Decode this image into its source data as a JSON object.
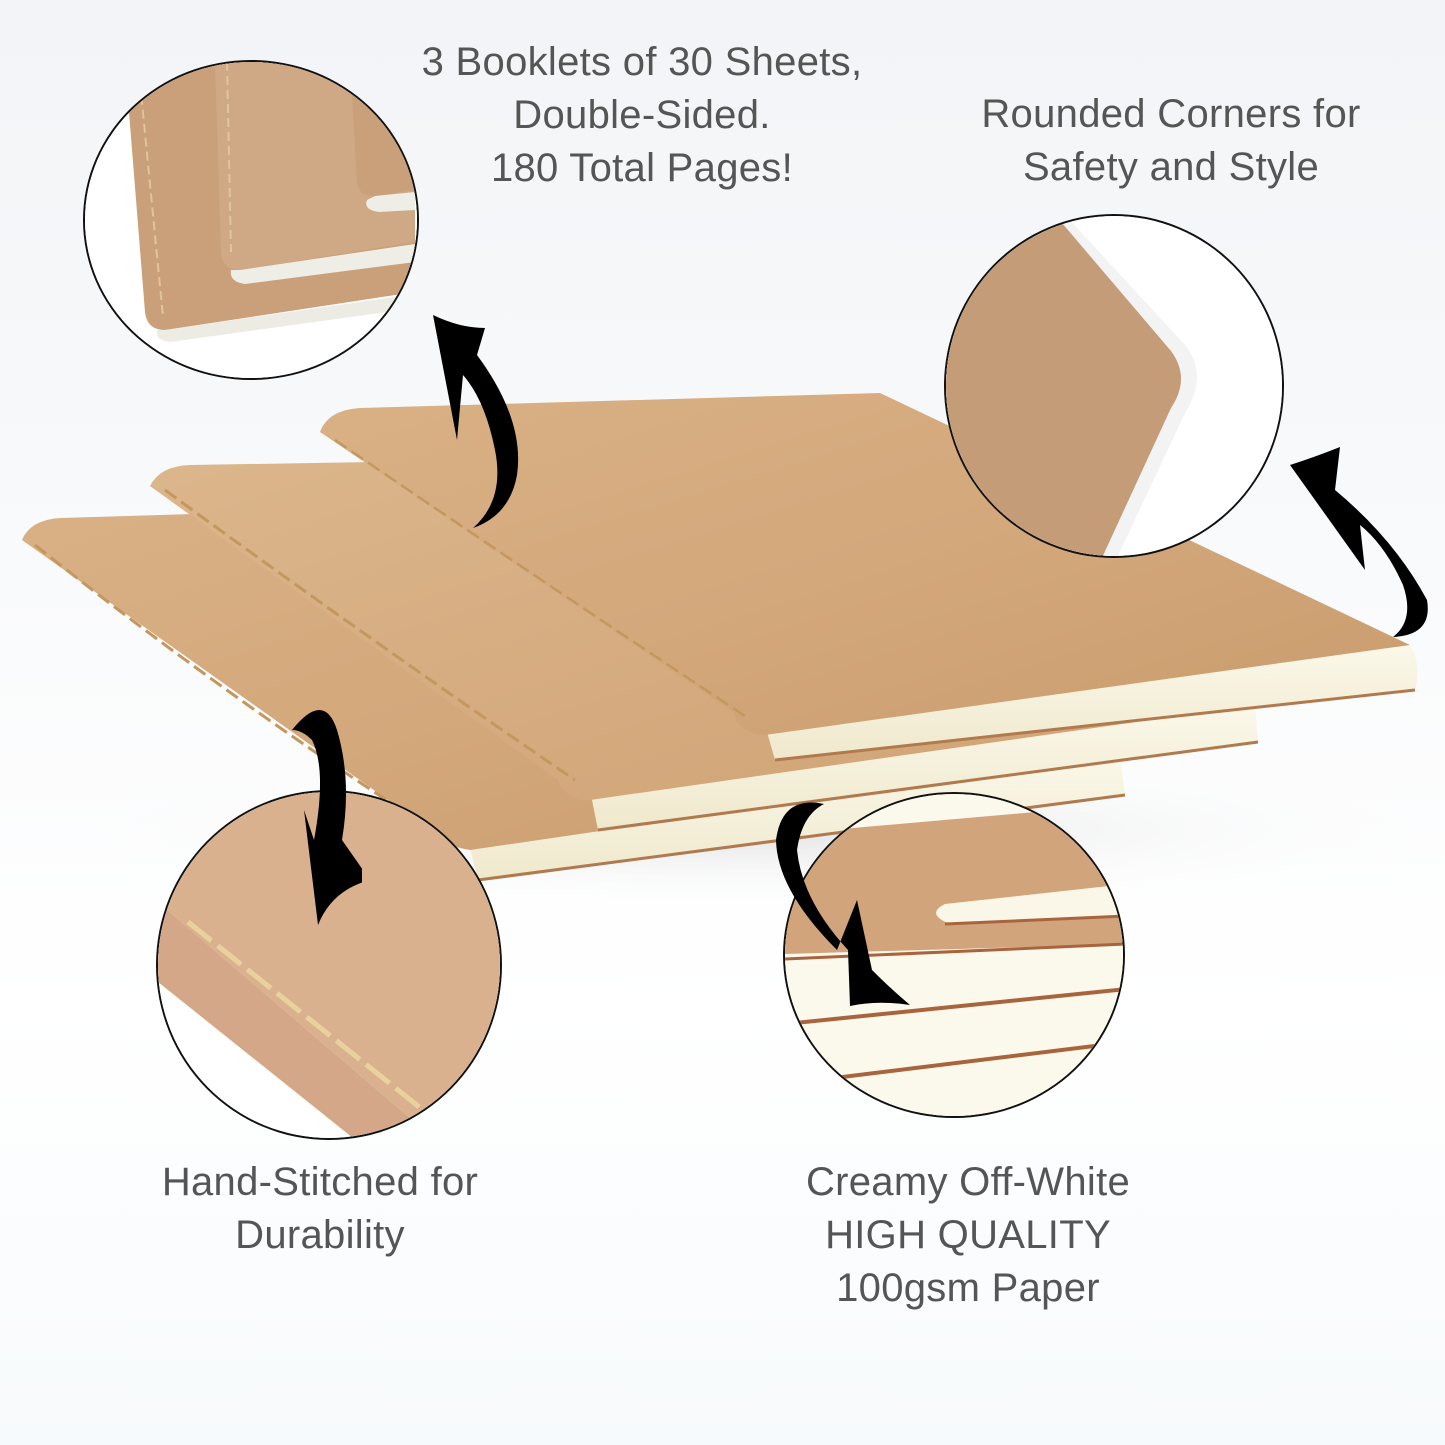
{
  "product": {
    "subject": "kraft cover pocket notebooks, set of 3",
    "colors": {
      "background": "#f4f6f8",
      "kraft_cover": "#d6ad82",
      "kraft_shadow": "#b88c60",
      "paper": "#f6f1dc",
      "caption_text": "#555555",
      "arrow": "#000000",
      "circle_border": "#111111"
    }
  },
  "callouts": {
    "pages": {
      "lines": [
        "3 Booklets of 30 Sheets,",
        "Double-Sided.",
        "180 Total Pages!"
      ],
      "icon": "curved-arrow-up"
    },
    "corners": {
      "lines": [
        "Rounded Corners for",
        "Safety and Style"
      ],
      "icon": "curved-arrow-up"
    },
    "stitching": {
      "lines": [
        "Hand-Stitched for",
        "Durability"
      ],
      "icon": "curved-arrow-down"
    },
    "paper": {
      "lines": [
        "Creamy Off-White",
        "HIGH QUALITY",
        "100gsm Paper"
      ],
      "icon": "curved-arrow-down"
    }
  },
  "zoom_circles": [
    {
      "id": "spines-closeup",
      "shows": "stacked booklet spines"
    },
    {
      "id": "corner-closeup",
      "shows": "rounded corner"
    },
    {
      "id": "stitch-closeup",
      "shows": "hand stitching"
    },
    {
      "id": "paper-closeup",
      "shows": "paper edges"
    }
  ]
}
